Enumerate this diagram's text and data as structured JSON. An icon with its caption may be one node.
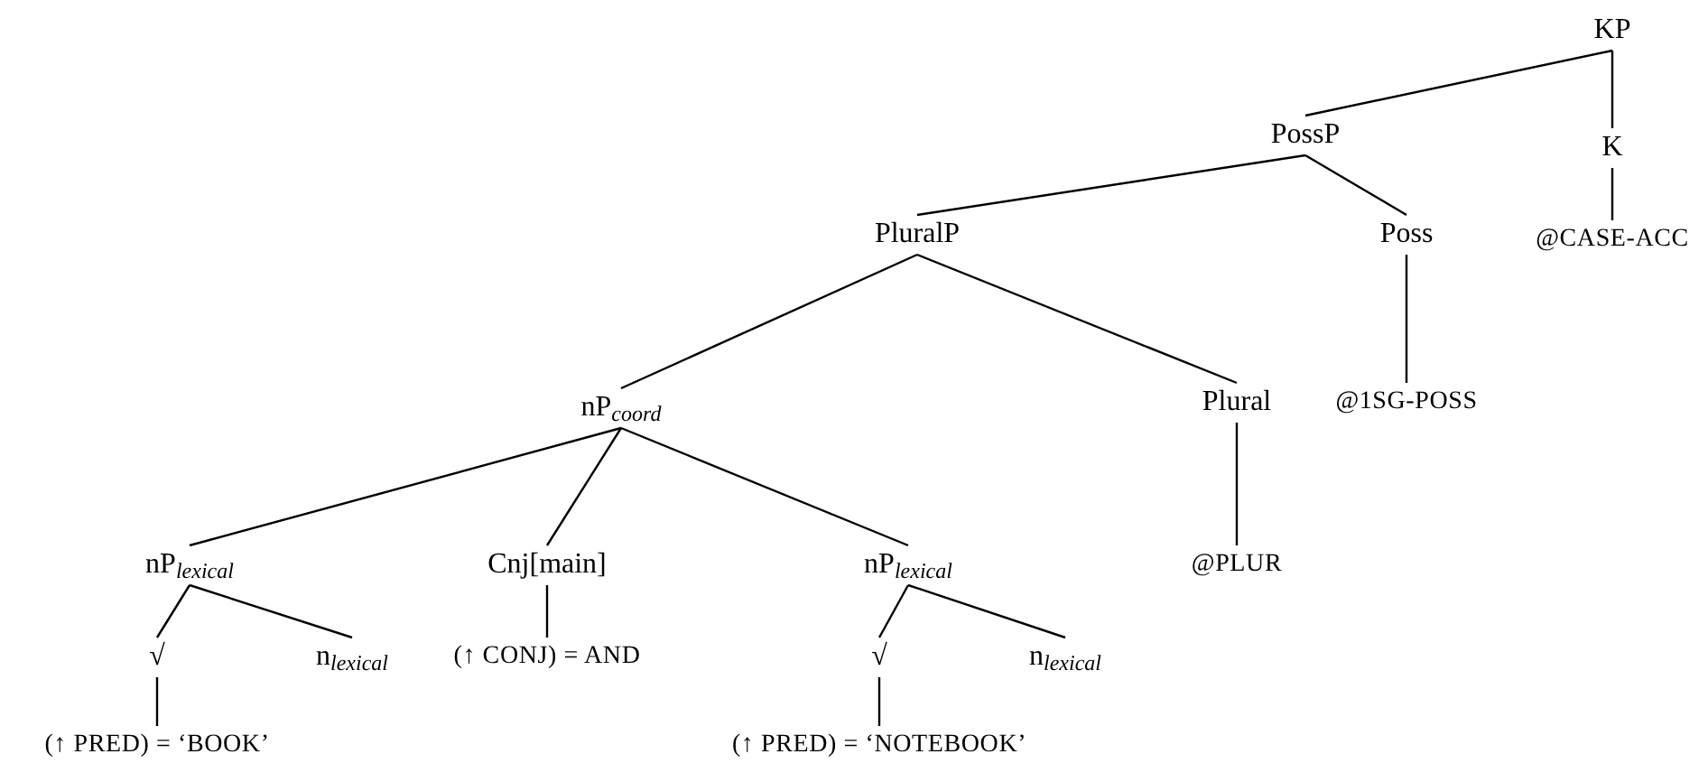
{
  "diagram": {
    "nodes": [
      {
        "text": [
          "KP"
        ]
      },
      {
        "text": [
          "PossP"
        ]
      },
      {
        "text": [
          "K"
        ]
      },
      {
        "text": [
          "PluralP"
        ]
      },
      {
        "text": [
          "Poss"
        ]
      },
      {
        "text": [
          "@CASE-ACC"
        ]
      },
      {
        "text": [
          "nP$_{coord}$"
        ]
      },
      {
        "text": [
          "Plural"
        ]
      },
      {
        "text": [
          "@1SG-POSS"
        ]
      },
      {
        "text": [
          "nP$_{lexical}$"
        ]
      },
      {
        "text": [
          "Cnj[main]"
        ]
      },
      {
        "text": [
          "nP$_{lexical}$"
        ]
      },
      {
        "text": [
          "@PLUR"
        ]
      },
      {
        "text": [
          "√"
        ]
      },
      {
        "text": [
          "n$_{lexical}$"
        ]
      },
      {
        "text": [
          "(↑ CONJ) = AND"
        ]
      },
      {
        "text": [
          "√"
        ]
      },
      {
        "text": [
          "n$_{lexical}$"
        ]
      },
      {
        "text": [
          "(↑ PRED) = ‘BOOK’"
        ]
      },
      {
        "text": [
          "(↑ PRED) = ‘NOTEBOOK’"
        ]
      }
    ],
    "edges": [
      {
        "from": 0,
        "to": 1,
        "arrow": "none"
      },
      {
        "from": 0,
        "to": 2,
        "arrow": "none"
      },
      {
        "from": 1,
        "to": 3,
        "arrow": "none"
      },
      {
        "from": 1,
        "to": 4,
        "arrow": "none"
      },
      {
        "from": 2,
        "to": 5,
        "arrow": "none"
      },
      {
        "from": 3,
        "to": 6,
        "arrow": "none"
      },
      {
        "from": 3,
        "to": 7,
        "arrow": "none"
      },
      {
        "from": 4,
        "to": 8,
        "arrow": "none"
      },
      {
        "from": 6,
        "to": 9,
        "arrow": "none"
      },
      {
        "from": 6,
        "to": 10,
        "arrow": "none"
      },
      {
        "from": 6,
        "to": 11,
        "arrow": "none"
      },
      {
        "from": 7,
        "to": 12,
        "arrow": "none"
      },
      {
        "from": 9,
        "to": 13,
        "arrow": "none"
      },
      {
        "from": 9,
        "to": 14,
        "arrow": "none"
      },
      {
        "from": 10,
        "to": 15,
        "arrow": "none"
      },
      {
        "from": 11,
        "to": 16,
        "arrow": "none"
      },
      {
        "from": 11,
        "to": 17,
        "arrow": "none"
      },
      {
        "from": 13,
        "to": 18,
        "arrow": "none"
      },
      {
        "from": 16,
        "to": 19,
        "arrow": "none"
      }
    ]
  }
}
